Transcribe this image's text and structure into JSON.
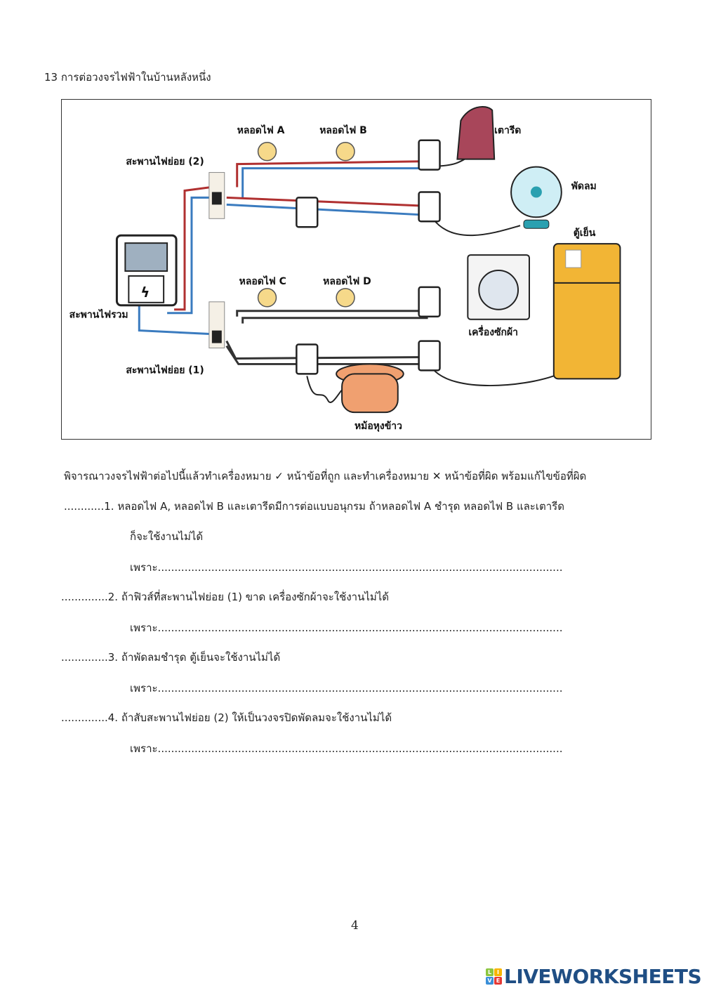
{
  "heading": "13 การต่อวงจรไฟฟ้าในบ้านหลังหนึ่ง",
  "diagram": {
    "labels": {
      "bulb_a": "หลอดไฟ A",
      "bulb_b": "หลอดไฟ B",
      "bulb_c": "หลอดไฟ C",
      "bulb_d": "หลอดไฟ D",
      "iron": "เตารีด",
      "fan": "พัดลม",
      "fridge": "ตู้เย็น",
      "washer": "เครื่องซักผ้า",
      "rice_cooker": "หม้อหุงข้าว",
      "sub_switch_2": "สะพานไฟย่อย (2)",
      "sub_switch_1": "สะพานไฟย่อย (1)",
      "main_switch": "สะพานไฟรวม"
    }
  },
  "instruction": {
    "before": "พิจารณาวงจรไฟฟ้าต่อไปนี้แล้วทำเครื่องหมาย",
    "check": "✓",
    "middle": "หน้าข้อที่ถูก และทำเครื่องหมาย",
    "cross": "✕",
    "after": "หน้าข้อที่ผิด พร้อมแก้ไขข้อที่ผิด"
  },
  "questions": [
    {
      "blank": "............1.",
      "text": "หลอดไฟ A, หลอดไฟ B และเตารีดมีการต่อแบบอนุกรม ถ้าหลอดไฟ A ชำรุด หลอดไฟ B และเตารีด",
      "text2": "ก็จะใช้งานไม่ได้"
    },
    {
      "blank": "..............2.",
      "text": "ถ้าฟิวส์ที่สะพานไฟย่อย (1) ขาด เครื่องซักผ้าจะใช้งานไม่ได้"
    },
    {
      "blank": "..............3.",
      "text": "ถ้าพัดลมชำรุด ตู้เย็นจะใช้งานไม่ได้"
    },
    {
      "blank": "..............4.",
      "text": "ถ้าสับสะพานไฟย่อย (2) ให้เป็นวงจรปิดพัดลมจะใช้งานไม่ได้"
    }
  ],
  "because": "เพราะ.........................................................................................................................",
  "page_number": "4",
  "logo": {
    "text": "LIVEWORKSHEETS",
    "letters": [
      "L",
      "I",
      "V",
      "E"
    ]
  }
}
